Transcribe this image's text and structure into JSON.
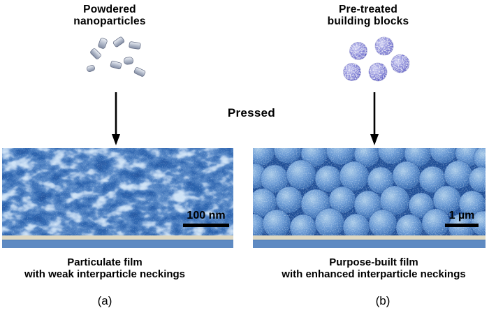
{
  "process_label": "Pressed",
  "panel_a": {
    "input_label_line1": "Powdered",
    "input_label_line2": "nanoparticles",
    "scale_bar_label": "100 nm",
    "caption_line1": "Particulate film",
    "caption_line2": "with weak interparticle neckings",
    "panel_tag": "(a)"
  },
  "panel_b": {
    "input_label_line1": "Pre-treated",
    "input_label_line2": "building blocks",
    "scale_bar_label": "1 µm",
    "caption_line1": "Purpose-built film",
    "caption_line2": "with enhanced interparticle neckings",
    "panel_tag": "(b)"
  },
  "colors": {
    "sem_base_blue": "#2f66b0",
    "sem_dark_blue": "#1b4a94",
    "sem_light_blue": "#7aa6da",
    "substrate_layer_tan": "#ded8c2",
    "substrate_base_blue": "#5e8ac2",
    "building_block_purple": "#6c6cce",
    "nanoparticle_gray": "#b4bccc",
    "text": "#000000",
    "scale_bar": "#000000"
  }
}
